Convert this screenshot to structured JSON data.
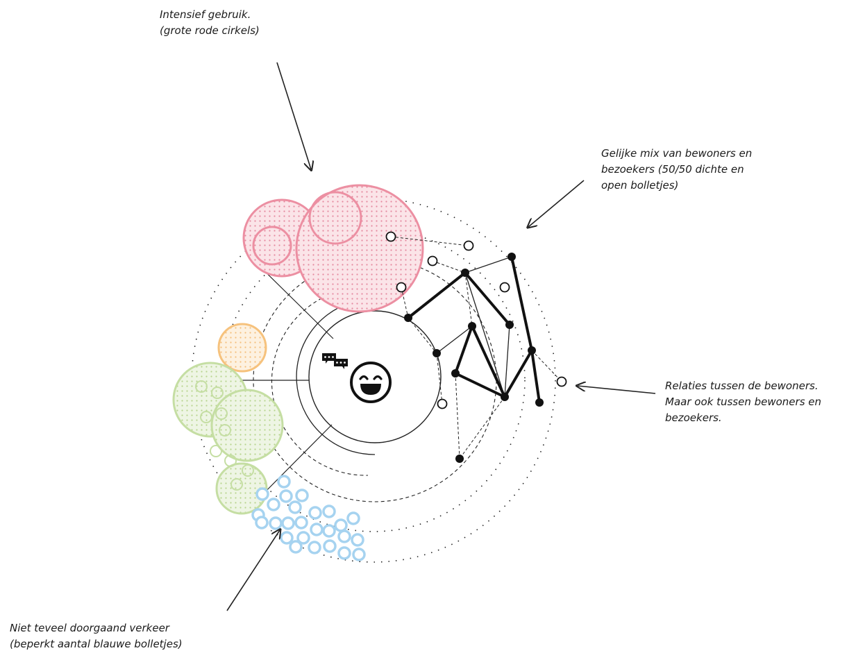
{
  "annotations": {
    "intensief": [
      "Intensief gebruik.",
      "(grote rode cirkels)"
    ],
    "mix": [
      "Gelijke mix van bewoners en",
      "bezoekers (50/50 dichte en",
      "open bolletjes)"
    ],
    "relaties": [
      "Relaties tussen de bewoners.",
      "Maar ook tussen bewoners en",
      "bezoekers."
    ],
    "verkeer": [
      "Niet teveel doorgaand verkeer",
      "(beperkt aantal blauwe bolletjes)"
    ]
  },
  "colors": {
    "red": "#ec8fa2",
    "orange": "#f6c27d",
    "green": "#c5dea3",
    "blue": "#a6d3f0",
    "ink": "#111111"
  },
  "icons": {
    "center": "smiley-face-icon",
    "chat": "chat-bubbles-icon"
  }
}
